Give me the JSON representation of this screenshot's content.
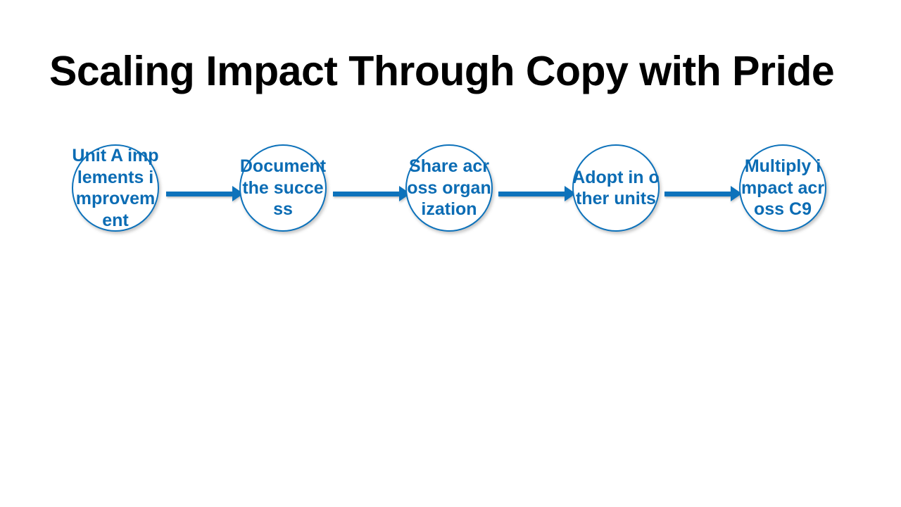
{
  "slide": {
    "title": "Scaling Impact Through Copy with Pride",
    "background_color": "#ffffff",
    "title_color": "#000000"
  },
  "theme": {
    "accent_color": "#0d72bb",
    "node_text_color": "#0b6cb4",
    "node_fill_color": "#ffffff"
  },
  "diagram": {
    "type": "process-flow",
    "orientation": "horizontal",
    "node_count": 5,
    "connector_count": 4,
    "nodes": [
      {
        "id": "node-1",
        "label": "Unit A implements improvement"
      },
      {
        "id": "node-2",
        "label": "Document the success"
      },
      {
        "id": "node-3",
        "label": "Share across organization"
      },
      {
        "id": "node-4",
        "label": "Adopt in other units"
      },
      {
        "id": "node-5",
        "label": "Multiply impact across C9"
      }
    ],
    "connectors": [
      {
        "id": "arrow-1",
        "from": "node-1",
        "to": "node-2"
      },
      {
        "id": "arrow-2",
        "from": "node-2",
        "to": "node-3"
      },
      {
        "id": "arrow-3",
        "from": "node-3",
        "to": "node-4"
      },
      {
        "id": "arrow-4",
        "from": "node-4",
        "to": "node-5"
      }
    ]
  }
}
